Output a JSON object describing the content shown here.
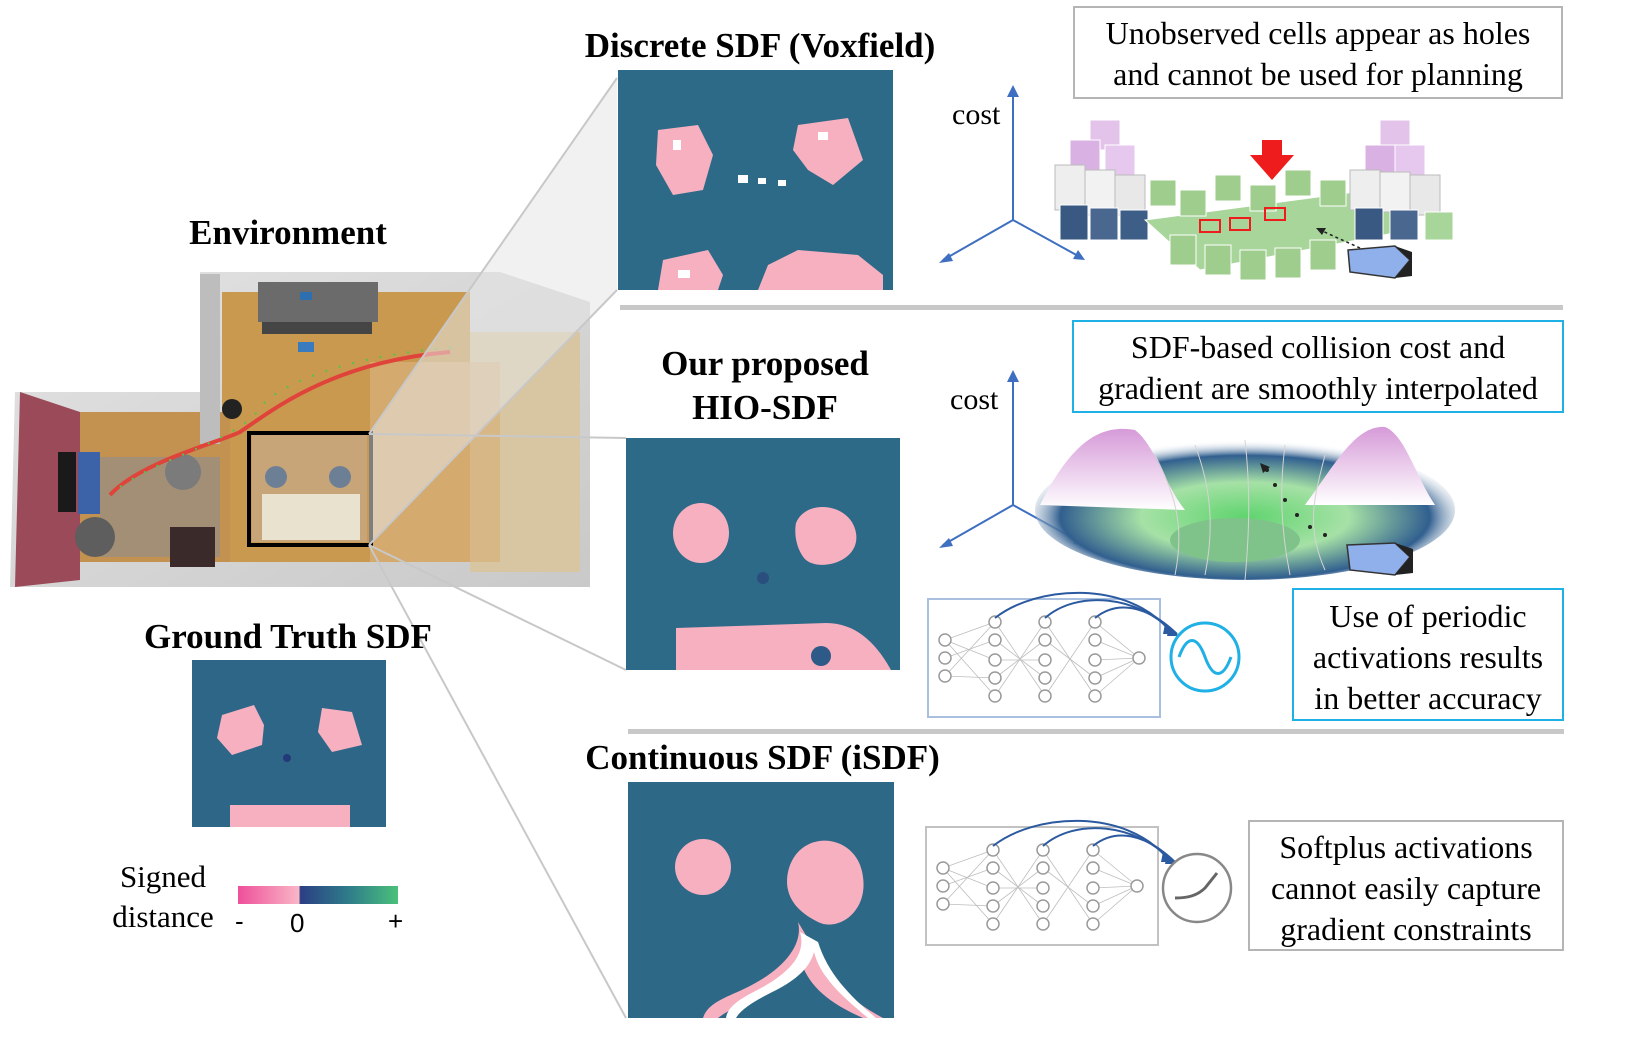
{
  "left": {
    "environment_title": "Environment",
    "ground_truth_title": "Ground Truth SDF",
    "colorbar": {
      "label_line1": "Signed",
      "label_line2": "distance",
      "tick_minus": "-",
      "tick_zero": "0",
      "tick_plus": "+",
      "colors": [
        "#ee4f9a",
        "#f9b6c6",
        "#2b3f84",
        "#2f7e8a",
        "#4bc07a"
      ]
    }
  },
  "rows": [
    {
      "title": "Discrete SDF (Voxfield)",
      "axis_label": "cost",
      "caption_line1": "Unobserved cells appear as holes",
      "caption_line2": "and cannot be used for planning"
    },
    {
      "title_line1": "Our proposed",
      "title_line2": "HIO-SDF",
      "axis_label": "cost",
      "caption_top_line1": "SDF-based collision cost and",
      "caption_top_line2": "gradient are smoothly interpolated",
      "caption_bottom_line1": "Use of periodic",
      "caption_bottom_line2": "activations results",
      "caption_bottom_line3": "in better accuracy"
    },
    {
      "title": "Continuous SDF (iSDF)",
      "caption_line1": "Softplus activations",
      "caption_line2": "cannot easily capture",
      "caption_line3": "gradient constraints"
    }
  ],
  "colors": {
    "sdf_background": "#2d5a86",
    "sdf_obstacle": "#f7b0c0",
    "hole": "#ffffff",
    "axis": "#3e6fc0",
    "cyan_border": "#1fb0e6",
    "grey_border": "#b5b5b5",
    "divider": "#c8c8c8",
    "arrow_red": "#ee1c1c",
    "robot_blue": "#8fb0ea",
    "network_blue": "#2c5aa0"
  }
}
